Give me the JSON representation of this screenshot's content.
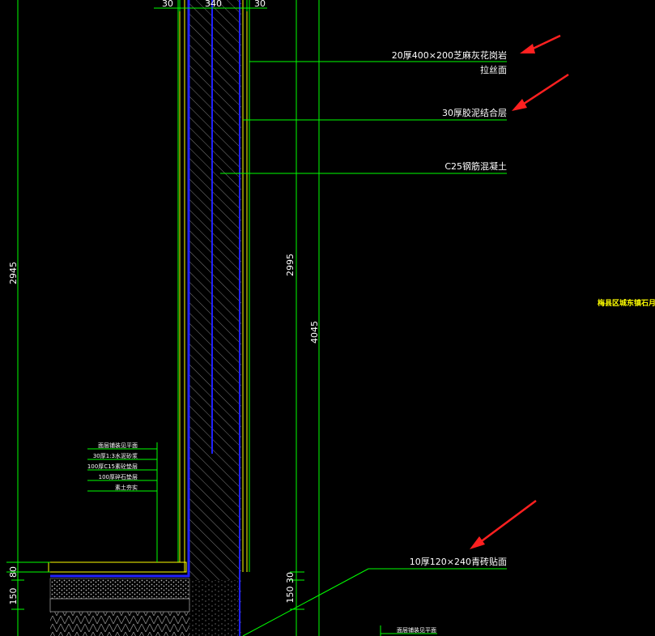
{
  "colors": {
    "background": "#000000",
    "leader_line": "#00ff00",
    "wall_outline": "#ffff00",
    "insulation_line": "#0000ff",
    "hatch": "#808080",
    "annotation_arrow": "#ff2020",
    "side_note": "#ffff00"
  },
  "dimensions": {
    "top_left": "30",
    "top_mid": "340",
    "top_right": "30",
    "left_height": "2945",
    "center_height": "2995",
    "right_height": "4045",
    "bottom_left_a": "150",
    "bottom_left_b": "80",
    "bottom_mid_a": "150",
    "bottom_mid_b": "30"
  },
  "callouts": {
    "granite_line1": "20厚400×200芝麻灰花岗岩",
    "granite_line2": "拉丝面",
    "mortar": "30厚胶泥结合层",
    "concrete": "C25钢筋混凝土",
    "brick": "10厚120×240青砖贴面"
  },
  "ground_layers": [
    "面层铺装见平面",
    "30厚1:3水泥砂浆",
    "100厚C15素砼垫层",
    "100厚碎石垫层",
    "素土夯实"
  ],
  "bottom_note": "面层铺装见平面",
  "side_note": "梅县区城东镇石月村美"
}
